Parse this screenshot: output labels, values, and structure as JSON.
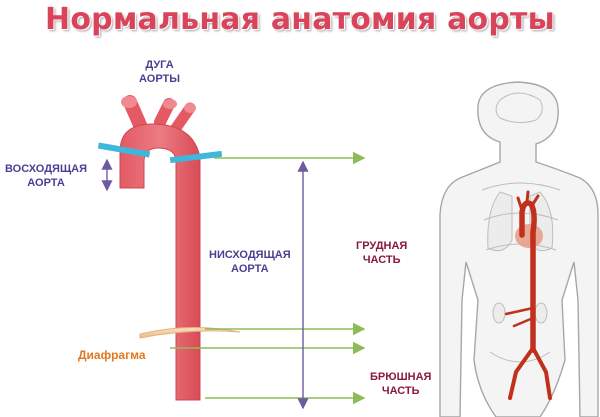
{
  "title": "Нормальная анатомия аорты",
  "labels": {
    "arch": [
      "ДУГА",
      "АОРТЫ"
    ],
    "ascending": [
      "ВОСХОДЯЩАЯ",
      "АОРТА"
    ],
    "descending": [
      "НИСХОДЯЩАЯ",
      "АОРТА"
    ],
    "thoracic": [
      "ГРУДНАЯ",
      "ЧАСТЬ"
    ],
    "abdominal": [
      "БРЮШНАЯ",
      "ЧАСТЬ"
    ],
    "diaphragm": "Диафрагма"
  },
  "colors": {
    "title": "#d9445a",
    "aorta": "#e35a63",
    "connector_blue": "#3fb7dc",
    "guide_green": "#8dbb5a",
    "measure_purple": "#6e5aa0",
    "label_purple": "#4c3f92",
    "label_maroon": "#8a1a3c",
    "label_orange": "#e07820",
    "body_outline": "#9a9a9a",
    "heart": "#e7a08c",
    "vessel_red": "#c0301c"
  }
}
